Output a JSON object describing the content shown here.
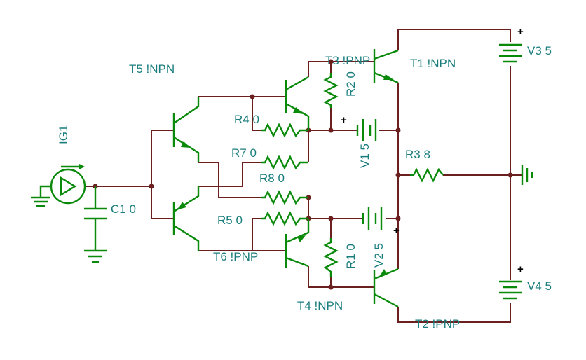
{
  "labels": {
    "ig1": "IG1",
    "c1": "C1 0",
    "t5": "T5 !NPN",
    "t6": "T6 !PNP",
    "t3": "T3 !PNP",
    "t1": "T1 !NPN",
    "t4": "T4 !NPN",
    "t2": "T2 !PNP",
    "r4": "R4 0",
    "r7": "R7 0",
    "r8": "R8 0",
    "r5": "R5 0",
    "r2": "R2 0",
    "r1": "R1 0",
    "r3": "R3 8",
    "v1": "V1 5",
    "v2": "V2 5",
    "v3": "V3 5",
    "v4": "V4 5"
  },
  "polarity_plus": "+",
  "colors": {
    "wire": "#6b1f1f",
    "component": "#0a8a0a",
    "label": "#1a7d7d"
  }
}
